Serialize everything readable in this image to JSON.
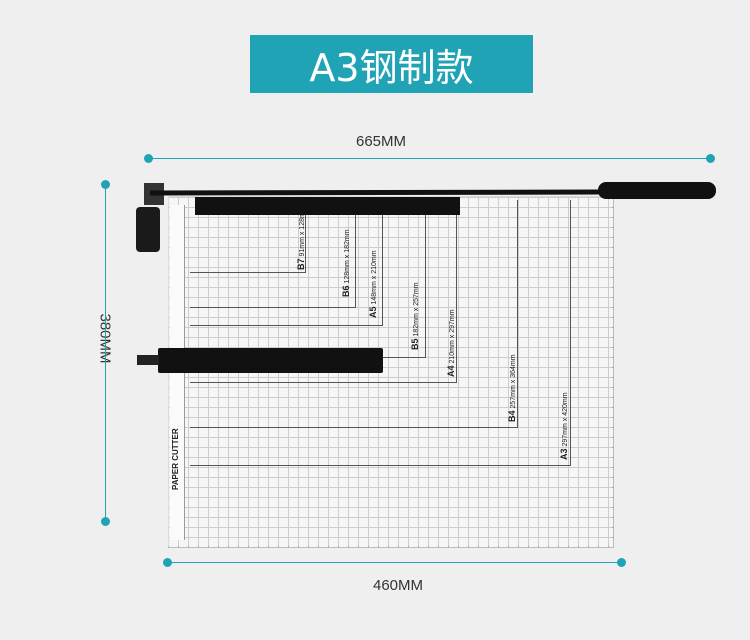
{
  "banner": {
    "title": "A3钢制款",
    "color": "#1fa3b5"
  },
  "dimensions": {
    "top": "665MM",
    "left": "380MM",
    "bottom": "460MM"
  },
  "board": {
    "brand_text": "PAPER CUTTER",
    "paper_sizes": [
      {
        "name": "B7",
        "size": "91mm x 128mm"
      },
      {
        "name": "B6",
        "size": "128mm x 182mm"
      },
      {
        "name": "A5",
        "size": "148mm x 210mm"
      },
      {
        "name": "B5",
        "size": "182mm x 257mm"
      },
      {
        "name": "A4",
        "size": "210mm x 297mm"
      },
      {
        "name": "B4",
        "size": "257mm x 364mm"
      },
      {
        "name": "A3",
        "size": "297mm x 420mm"
      }
    ]
  }
}
